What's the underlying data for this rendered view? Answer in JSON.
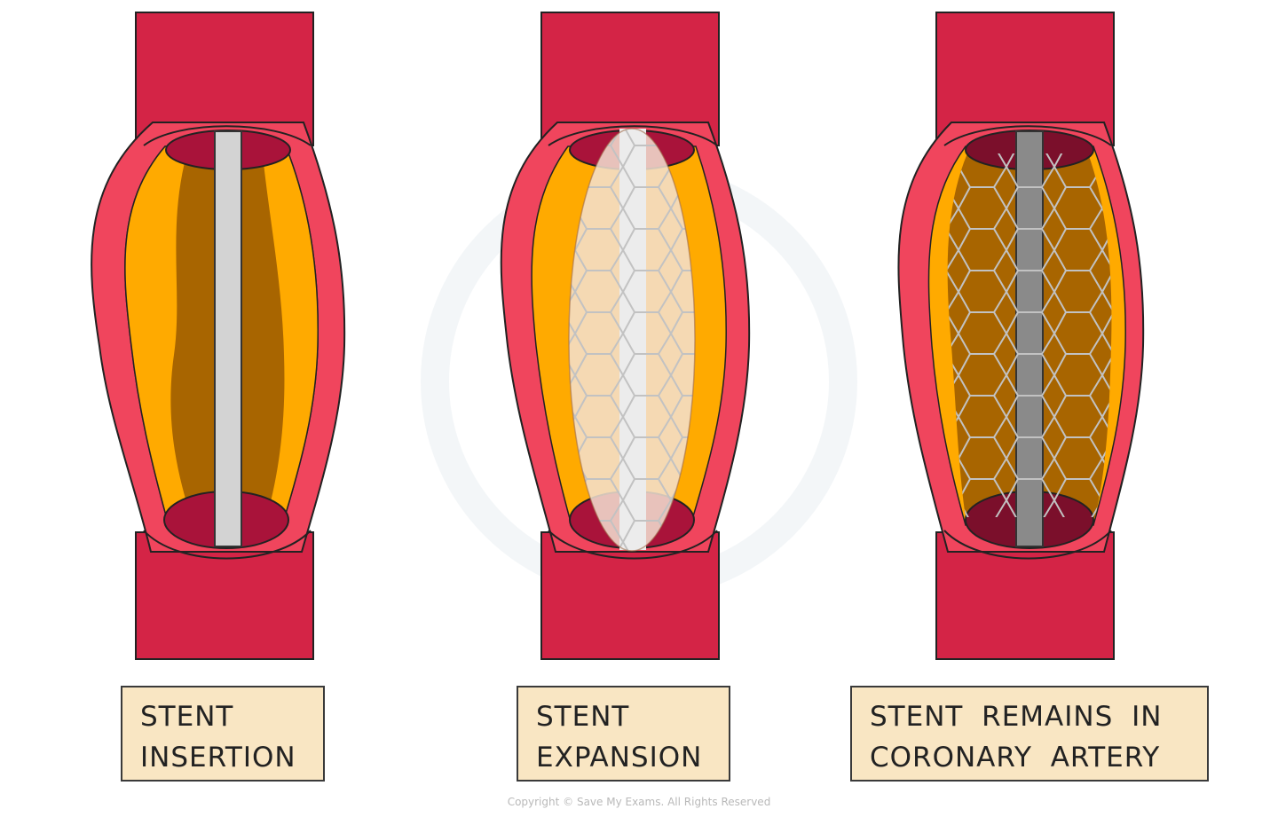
{
  "panels": [
    {
      "line1": "STENT",
      "line2": "INSERTION",
      "stage": "insertion"
    },
    {
      "line1": "STENT",
      "line2": "EXPANSION",
      "stage": "expansion"
    },
    {
      "line1": "STENT REMAINS IN",
      "line2": "CORONARY ARTERY",
      "stage": "remains"
    }
  ],
  "copyright": "Copyright © Save My Exams. All Rights Reserved",
  "colors": {
    "vessel": "#d42446",
    "wall": "#f0455d",
    "lumen": "#a9133a",
    "plaque": "#ffaa00",
    "plaque_dark": "#a86500",
    "wire": "#d3d3d3",
    "stent_mesh": "#b5b5b5",
    "label_fill": "#f9e6c3",
    "outline": "#222222"
  }
}
